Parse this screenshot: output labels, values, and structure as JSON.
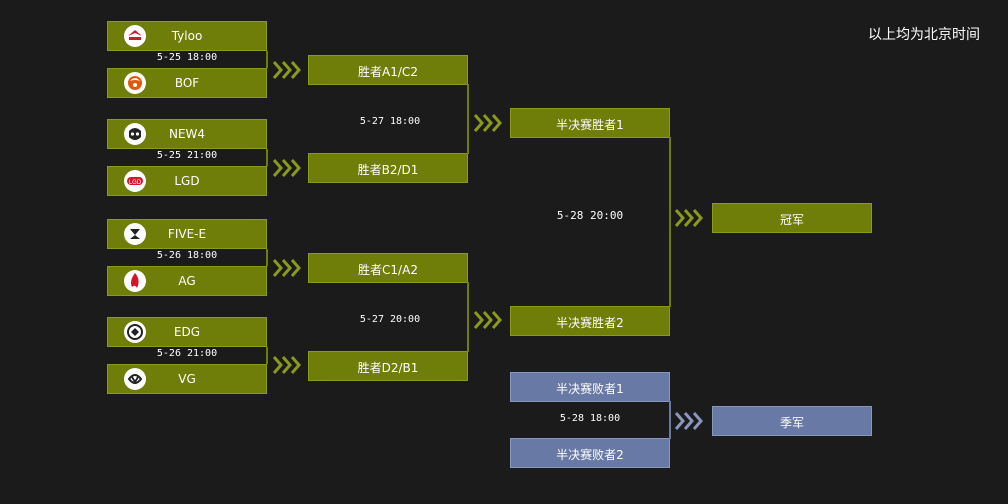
{
  "note": "以上均为北京时间",
  "round1": [
    {
      "team_a": "Tyloo",
      "team_b": "BOF",
      "time": "5-25  18:00",
      "logo_a": "tyloo-logo-icon",
      "logo_b": "bof-logo-icon"
    },
    {
      "team_a": "NEW4",
      "team_b": "LGD",
      "time": "5-25 21:00",
      "logo_a": "new4-logo-icon",
      "logo_b": "lgd-logo-icon"
    },
    {
      "team_a": "FIVE-E",
      "team_b": "AG",
      "time": "5-26 18:00",
      "logo_a": "five-e-logo-icon",
      "logo_b": "ag-logo-icon"
    },
    {
      "team_a": "EDG",
      "team_b": "VG",
      "time": "5-26 21:00",
      "logo_a": "edg-logo-icon",
      "logo_b": "vg-logo-icon"
    }
  ],
  "round2": [
    {
      "slot_a": "胜者A1/C2",
      "slot_b": "胜者B2/D1",
      "time": "5-27 18:00"
    },
    {
      "slot_a": "胜者C1/A2",
      "slot_b": "胜者D2/B1",
      "time": "5-27  20:00"
    }
  ],
  "semi": {
    "slot_a": "半决赛胜者1",
    "slot_b": "半决赛胜者2",
    "time": "5-28 20:00"
  },
  "final": {
    "label": "冠军"
  },
  "third_place": {
    "slot_a": "半决赛败者1",
    "slot_b": "半决赛败者2",
    "time": "5-28 18:00",
    "label": "季军"
  },
  "colors": {
    "green": "#6f7d09",
    "blue": "#6879a6",
    "background": "#1b1b1b"
  }
}
